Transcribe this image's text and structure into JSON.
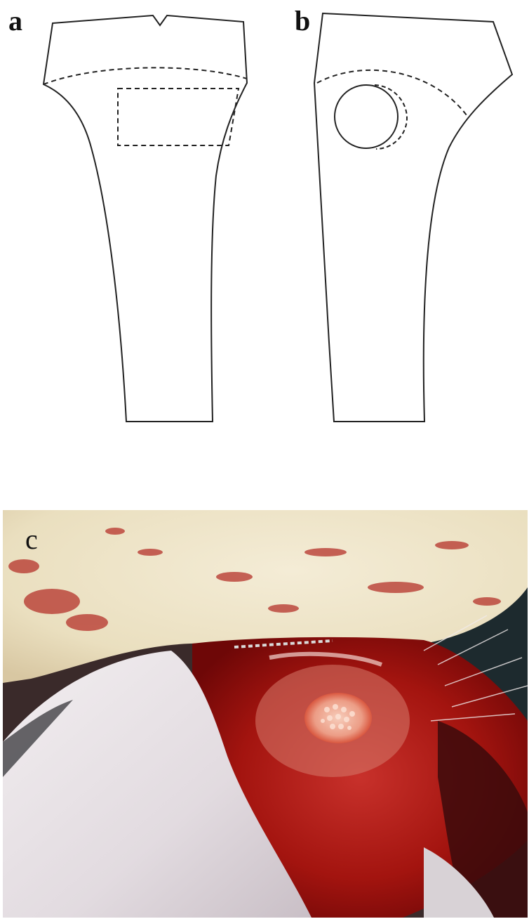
{
  "panels": {
    "a": {
      "label": "a"
    },
    "b": {
      "label": "b"
    },
    "c": {
      "label": "c"
    }
  },
  "colors": {
    "line": "#222222",
    "bone": "#efe6cf",
    "blood": "#b81d1a",
    "dark_blood": "#7a0c0c",
    "fur": "#e4dfe2",
    "graft": "#f2b7a4"
  }
}
